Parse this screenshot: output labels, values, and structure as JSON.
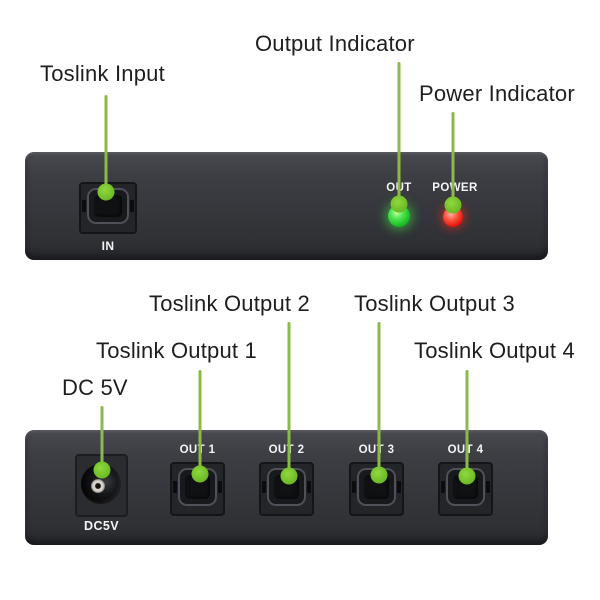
{
  "diagram_title": "Toslink optical audio splitter annotated diagram",
  "colors": {
    "background": "#ffffff",
    "annotation_text": "#1e1e1e",
    "callout_line": "#8cb94a",
    "callout_dot": "#74c02a",
    "panel_body": "#35373c",
    "panel_label_text": "#f4f4f4",
    "led_green": "#1cc226",
    "led_red": "#e01408"
  },
  "annotations": {
    "toslink_input": "Toslink Input",
    "output_indicator": "Output Indicator",
    "power_indicator": "Power Indicator",
    "toslink_output_1": "Toslink Output 1",
    "toslink_output_2": "Toslink Output 2",
    "toslink_output_3": "Toslink Output 3",
    "toslink_output_4": "Toslink Output 4",
    "dc_5v": "DC 5V"
  },
  "front_panel": {
    "input_port_label": "IN",
    "out_led_label": "OUT",
    "power_led_label": "POWER",
    "leds": [
      {
        "name": "output-led",
        "state_color": "green"
      },
      {
        "name": "power-led",
        "state_color": "red"
      }
    ]
  },
  "back_panel": {
    "dc_jack_label": "DC5V",
    "ports": [
      {
        "label": "OUT 1"
      },
      {
        "label": "OUT 2"
      },
      {
        "label": "OUT 3"
      },
      {
        "label": "OUT 4"
      }
    ]
  }
}
